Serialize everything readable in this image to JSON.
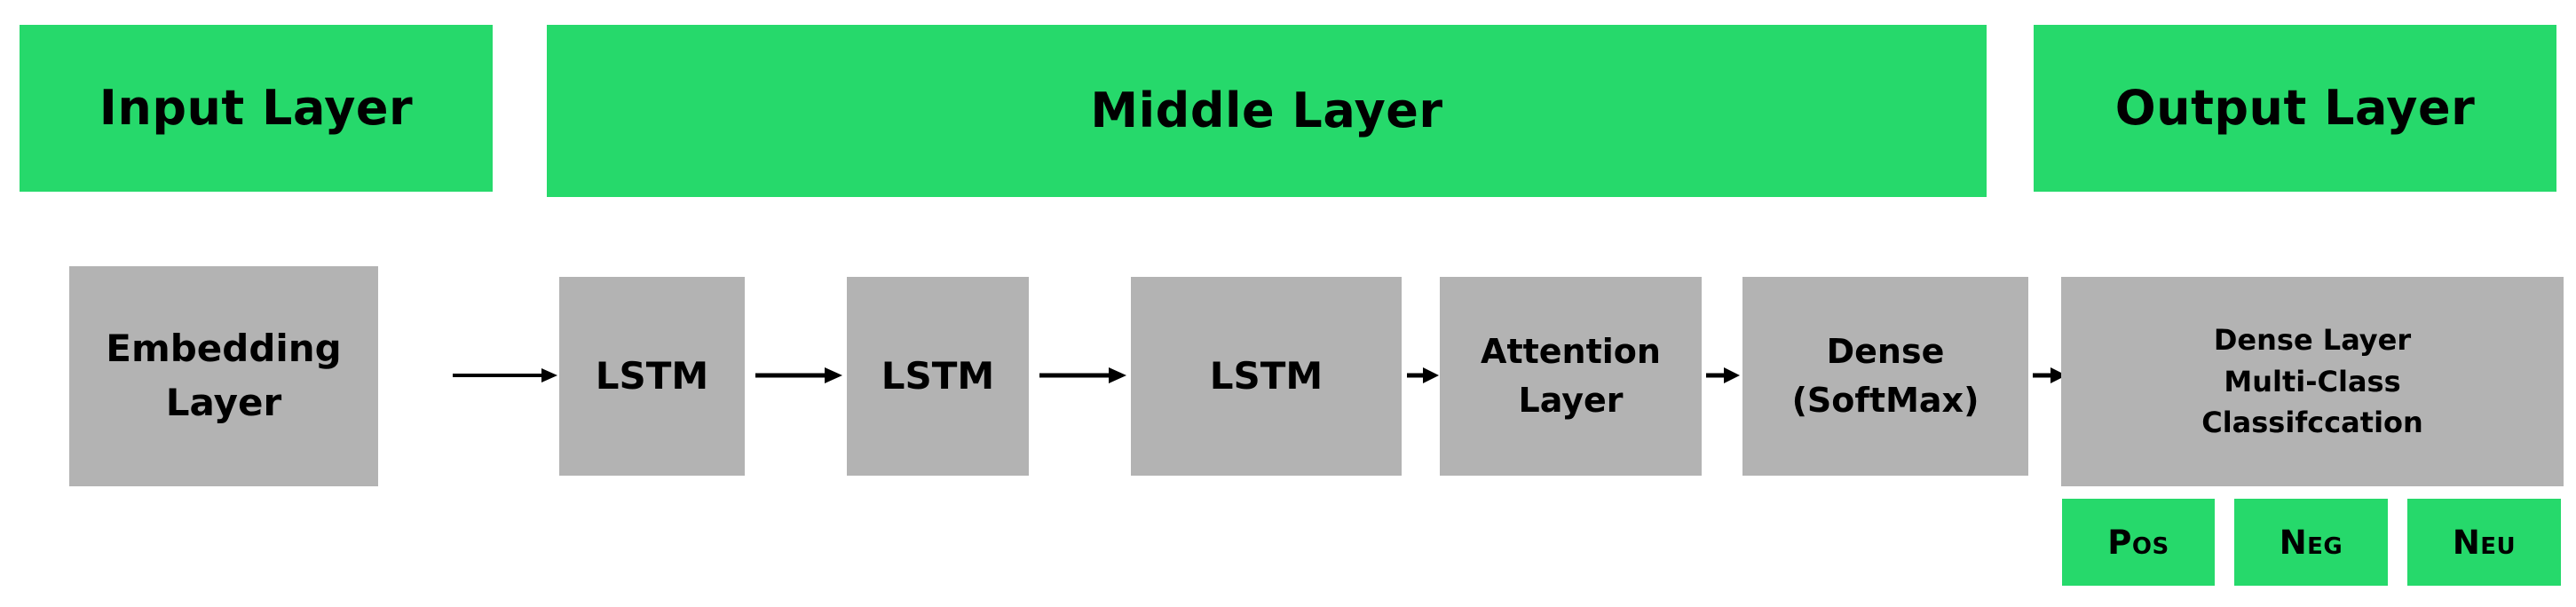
{
  "diagram": {
    "title_row": {
      "bands": [
        {
          "id": "input-layer",
          "label": "Input Layer"
        },
        {
          "id": "middle-layer",
          "label": "Middle Layer"
        },
        {
          "id": "output-layer",
          "label": "Output Layer"
        }
      ]
    },
    "pipeline": {
      "nodes": [
        {
          "id": "embedding-layer",
          "label": "Embedding\nLayer"
        },
        {
          "id": "lstm-1",
          "label": "LSTM"
        },
        {
          "id": "lstm-2",
          "label": "LSTM"
        },
        {
          "id": "lstm-3",
          "label": "LSTM"
        },
        {
          "id": "attention-layer",
          "label": "Attention\nLayer"
        },
        {
          "id": "dense-softmax",
          "label": "Dense\n(SoftMax)"
        },
        {
          "id": "dense-classifier",
          "label": "Dense Layer\nMulti-Class\nClassifccation"
        }
      ],
      "connector_icon": "arrow-right-icon",
      "connector_count": 6
    },
    "sentiment_classes": [
      {
        "id": "class-pos",
        "label": "Pos"
      },
      {
        "id": "class-neg",
        "label": "Neg"
      },
      {
        "id": "class-neu",
        "label": "Neu"
      }
    ]
  },
  "colors": {
    "accent_green": "#26d96b",
    "node_gray": "#b3b3b3",
    "text_black": "#000000",
    "background": "#ffffff",
    "arrow": "#000000"
  }
}
